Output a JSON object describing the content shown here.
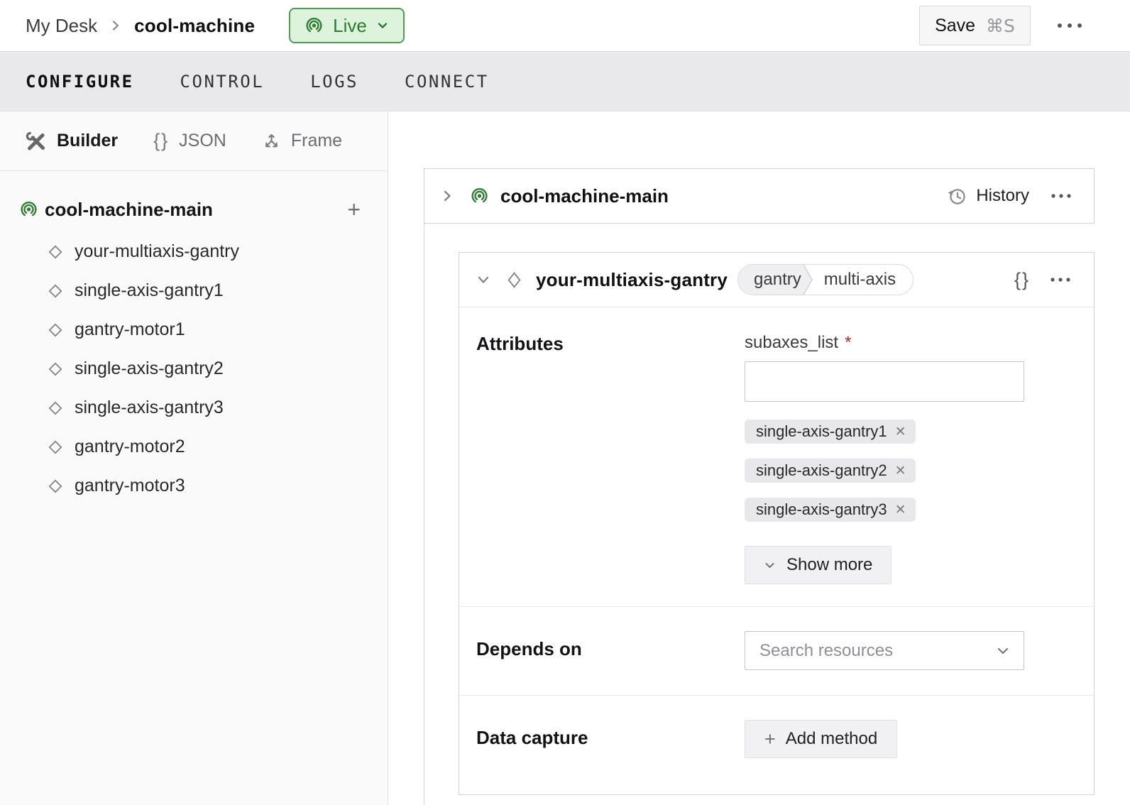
{
  "header": {
    "breadcrumb": {
      "root": "My Desk",
      "current": "cool-machine"
    },
    "live_badge": {
      "label": "Live"
    },
    "save_button": {
      "label": "Save",
      "shortcut": "⌘S"
    }
  },
  "tabs": [
    {
      "label": "CONFIGURE",
      "active": true
    },
    {
      "label": "CONTROL",
      "active": false
    },
    {
      "label": "LOGS",
      "active": false
    },
    {
      "label": "CONNECT",
      "active": false
    }
  ],
  "sidebar": {
    "view_tabs": [
      {
        "label": "Builder",
        "icon": "tools-icon",
        "active": true
      },
      {
        "label": "JSON",
        "icon": "braces-icon",
        "active": false
      },
      {
        "label": "Frame",
        "icon": "frame-axis-icon",
        "active": false
      }
    ],
    "tree": {
      "root": {
        "label": "cool-machine-main",
        "icon": "broadcast-icon"
      },
      "children": [
        "your-multiaxis-gantry",
        "single-axis-gantry1",
        "gantry-motor1",
        "single-axis-gantry2",
        "single-axis-gantry3",
        "gantry-motor2",
        "gantry-motor3"
      ]
    }
  },
  "main": {
    "machine_card": {
      "title": "cool-machine-main",
      "history_label": "History"
    },
    "component_card": {
      "title": "your-multiaxis-gantry",
      "tags": [
        "gantry",
        "multi-axis"
      ],
      "sections": {
        "attributes": {
          "label": "Attributes",
          "field_label": "subaxes_list",
          "required_marker": "*",
          "input_value": "",
          "chips": [
            "single-axis-gantry1",
            "single-axis-gantry2",
            "single-axis-gantry3"
          ],
          "show_more_label": "Show more"
        },
        "depends_on": {
          "label": "Depends on",
          "placeholder": "Search resources"
        },
        "data_capture": {
          "label": "Data capture",
          "add_method_label": "Add method"
        }
      }
    }
  },
  "icons": {
    "braces_glyph": "{}",
    "plus_glyph": "+",
    "close_glyph": "✕"
  },
  "colors": {
    "live_green_text": "#2b7a30",
    "live_green_bg": "#ddf3dc",
    "live_green_border": "#4e9b53",
    "broadcast_green": "#2e7d32",
    "required_red": "#b92a20",
    "tabbar_bg": "#e9e9ec",
    "sidebar_bg": "#fafafa"
  }
}
